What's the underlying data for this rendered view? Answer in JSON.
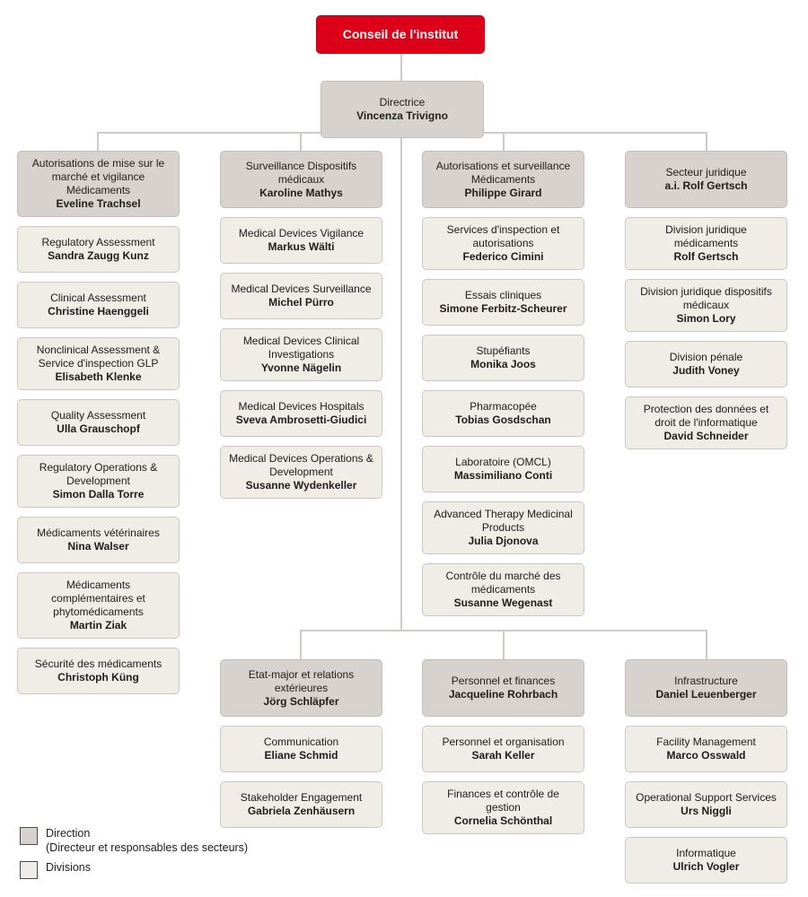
{
  "root": {
    "label": "Conseil de l'institut"
  },
  "director": {
    "title": "Directrice",
    "name": "Vincenza Trivigno"
  },
  "colors": {
    "accent_red": "#dc0018",
    "direction_fill": "#d8d2ce",
    "division_fill": "#f0ede7",
    "connector_line": "#d0cbc7"
  },
  "sectors": [
    {
      "title": "Autorisations de mise sur le marché et vigilance Médicaments",
      "name": "Eveline Trachsel",
      "divisions": [
        {
          "title": "Regulatory Assessment",
          "name": "Sandra Zaugg Kunz"
        },
        {
          "title": "Clinical Assessment",
          "name": "Christine Haenggeli"
        },
        {
          "title": "Nonclinical Assessment & Service d'inspection GLP",
          "name": "Elisabeth Klenke"
        },
        {
          "title": "Quality Assessment",
          "name": "Ulla Grauschopf"
        },
        {
          "title": "Regulatory Operations & Development",
          "name": "Simon Dalla Torre"
        },
        {
          "title": "Médicaments vétérinaires",
          "name": "Nina Walser"
        },
        {
          "title": "Médicaments complémentaires et phytomédicaments",
          "name": "Martin Ziak"
        },
        {
          "title": "Sécurité des médicaments",
          "name": "Christoph Küng"
        }
      ]
    },
    {
      "title": "Surveillance Dispositifs médicaux",
      "name": "Karoline Mathys",
      "divisions": [
        {
          "title": "Medical Devices Vigilance",
          "name": "Markus Wälti"
        },
        {
          "title": "Medical Devices Surveillance",
          "name": "Michel Pürro"
        },
        {
          "title": "Medical Devices Clinical Investigations",
          "name": "Yvonne Nägelin"
        },
        {
          "title": "Medical Devices Hospitals",
          "name": "Sveva Ambrosetti-Giudici"
        },
        {
          "title": "Medical Devices Operations & Development",
          "name": "Susanne Wydenkeller"
        }
      ]
    },
    {
      "title": "Autorisations et surveillance Médicaments",
      "name": "Philippe Girard",
      "divisions": [
        {
          "title": "Services d'inspection et autorisations",
          "name": "Federico Cimini"
        },
        {
          "title": "Essais cliniques",
          "name": "Simone Ferbitz-Scheurer"
        },
        {
          "title": "Stupéfiants",
          "name": "Monika Joos"
        },
        {
          "title": "Pharmacopée",
          "name": "Tobias Gosdschan"
        },
        {
          "title": "Laboratoire (OMCL)",
          "name": "Massimiliano Conti"
        },
        {
          "title": "Advanced Therapy Medicinal Products",
          "name": "Julia Djonova"
        },
        {
          "title": "Contrôle du marché des médicaments",
          "name": "Susanne Wegenast"
        }
      ]
    },
    {
      "title": "Secteur juridique",
      "name": "a.i. Rolf Gertsch",
      "divisions": [
        {
          "title": "Division juridique médicaments",
          "name": "Rolf Gertsch"
        },
        {
          "title": "Division juridique dispositifs médicaux",
          "name": "Simon Lory"
        },
        {
          "title": "Division pénale",
          "name": "Judith Voney"
        },
        {
          "title": "Protection des données et droit de l'informatique",
          "name": "David Schneider"
        }
      ]
    },
    {
      "title": "Etat-major et relations extérieures",
      "name": "Jörg Schläpfer",
      "divisions": [
        {
          "title": "Communication",
          "name": "Eliane Schmid"
        },
        {
          "title": "Stakeholder Engagement",
          "name": "Gabriela Zenhäusern"
        }
      ]
    },
    {
      "title": "Personnel et finances",
      "name": "Jacqueline Rohrbach",
      "divisions": [
        {
          "title": "Personnel et organisation",
          "name": "Sarah Keller"
        },
        {
          "title": "Finances et contrôle de gestion",
          "name": "Cornelia Schönthal"
        }
      ]
    },
    {
      "title": "Infrastructure",
      "name": "Daniel Leuenberger",
      "divisions": [
        {
          "title": "Facility Management",
          "name": "Marco Osswald"
        },
        {
          "title": "Operational Support Services",
          "name": "Urs Niggli"
        },
        {
          "title": "Informatique",
          "name": "Ulrich Vogler"
        }
      ]
    }
  ],
  "legend": {
    "direction_label": "Direction",
    "direction_note": "(Directeur et responsables des secteurs)",
    "divisions_label": "Divisions"
  }
}
